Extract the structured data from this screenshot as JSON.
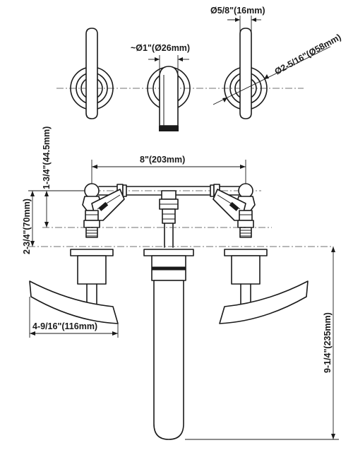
{
  "dimensions": {
    "handle_diameter": "Ø5/8\"(16mm)",
    "spout_diameter": "~Ø1\"(Ø26mm)",
    "flange_diameter": "Ø2-5/16\"(Ø58mm)",
    "spread": "8\"(203mm)",
    "handle_rise": "1-3/4\"(44.5mm)",
    "body_height": "2-3/4\"(70mm)",
    "handle_length": "4-9/16\"(116mm)",
    "spout_reach": "9-1/4\"(235mm)"
  }
}
